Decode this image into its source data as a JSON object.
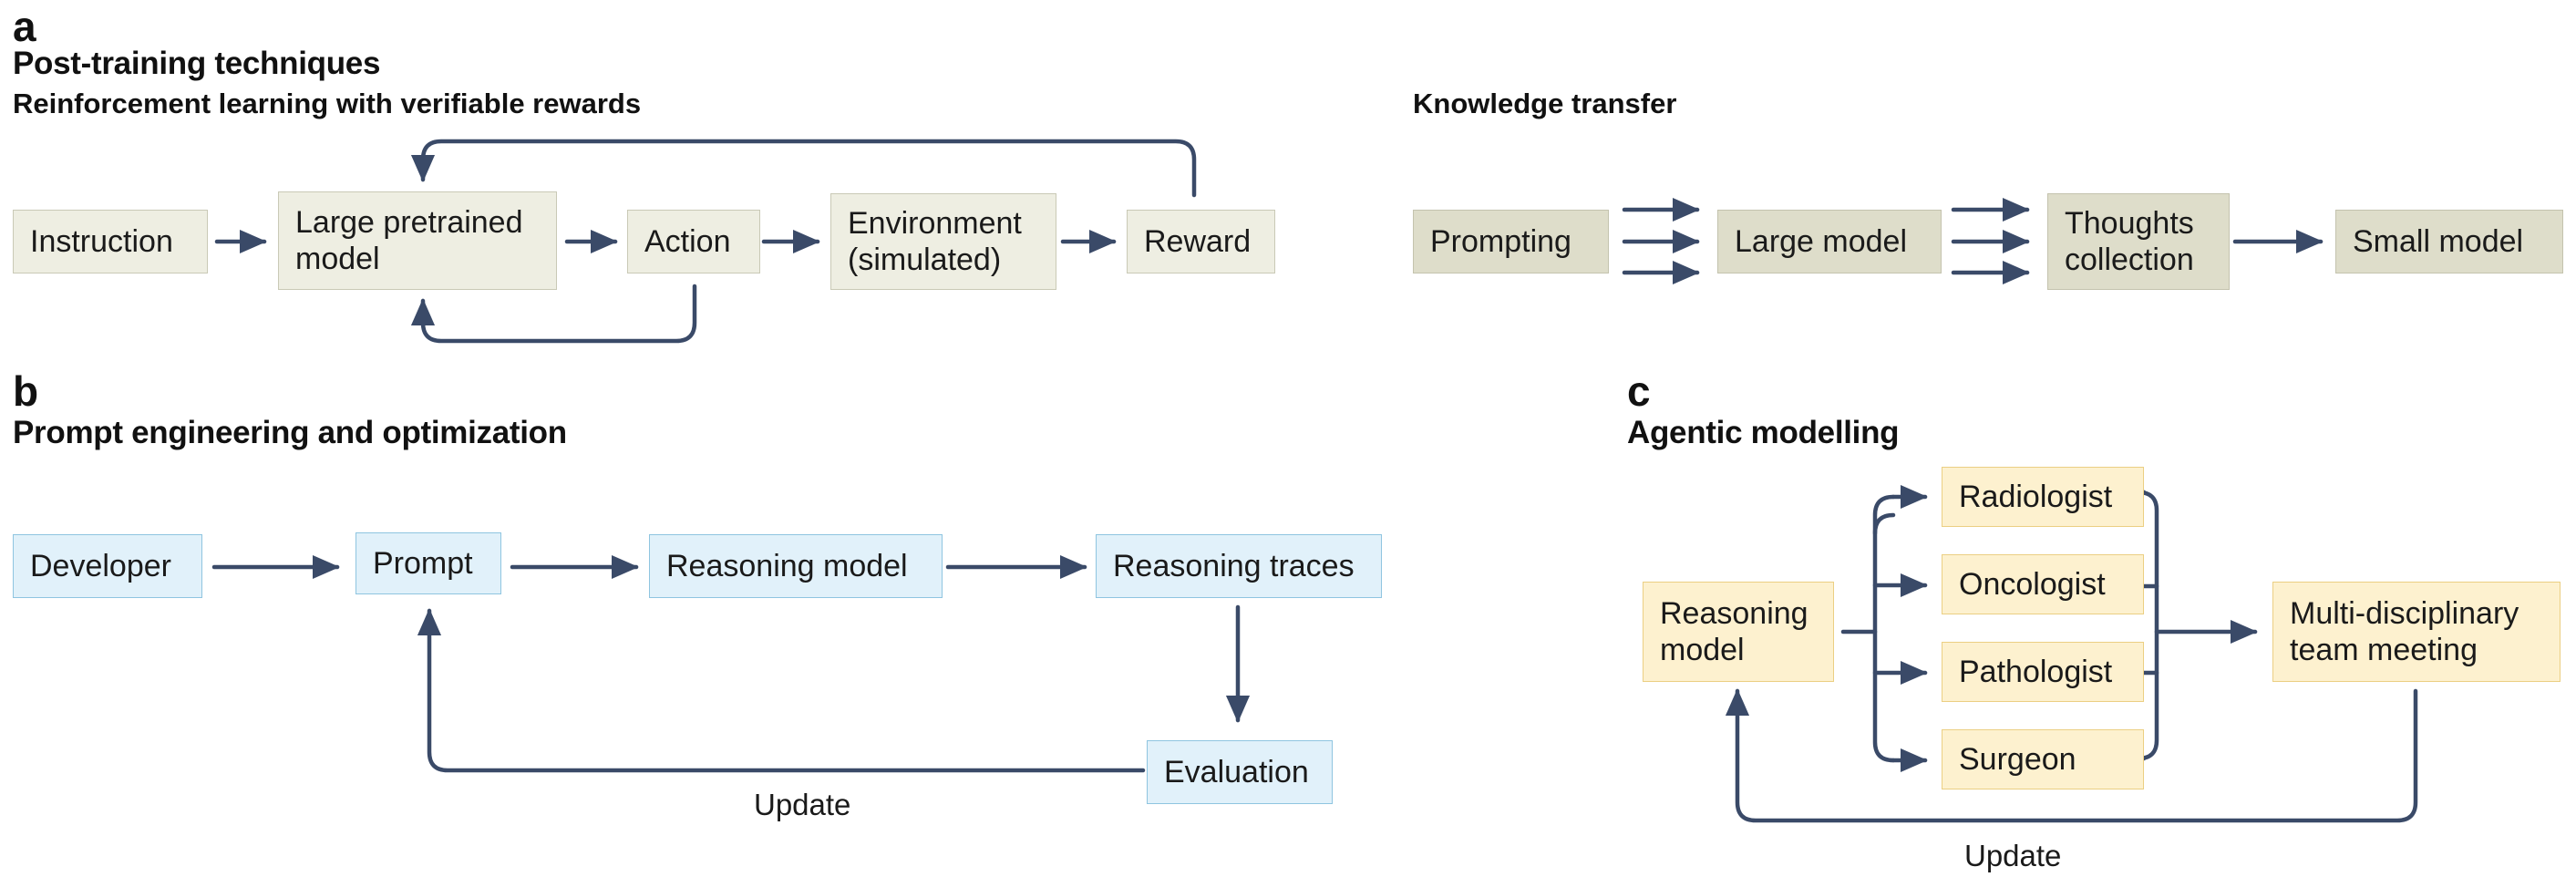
{
  "panel_a": {
    "letter": "a",
    "heading": "Post-training techniques",
    "rl": {
      "title": "Reinforcement learning with verifiable rewards",
      "instruction": "Instruction",
      "model_line1": "Large pretrained",
      "model_line2": "model",
      "action": "Action",
      "env_line1": "Environment",
      "env_line2": "(simulated)",
      "reward": "Reward"
    },
    "kt": {
      "title": "Knowledge transfer",
      "prompting": "Prompting",
      "large_model": "Large model",
      "thoughts_line1": "Thoughts",
      "thoughts_line2": "collection",
      "small_model": "Small model"
    }
  },
  "panel_b": {
    "letter": "b",
    "heading": "Prompt engineering and optimization",
    "developer": "Developer",
    "prompt": "Prompt",
    "reasoning_model": "Reasoning model",
    "reasoning_traces": "Reasoning traces",
    "evaluation": "Evaluation",
    "update": "Update"
  },
  "panel_c": {
    "letter": "c",
    "heading": "Agentic modelling",
    "model_line1": "Reasoning",
    "model_line2": "model",
    "radiologist": "Radiologist",
    "oncologist": "Oncologist",
    "pathologist": "Pathologist",
    "surgeon": "Surgeon",
    "meeting_line1": "Multi-disciplinary",
    "meeting_line2": "team meeting",
    "update": "Update"
  },
  "colors": {
    "arrow": "#3a4a68",
    "panel_a_box": "#eeeee2",
    "knowledge_box": "#deddca",
    "panel_b_box": "#e1f1fa",
    "panel_c_box": "#fdf1cf"
  }
}
